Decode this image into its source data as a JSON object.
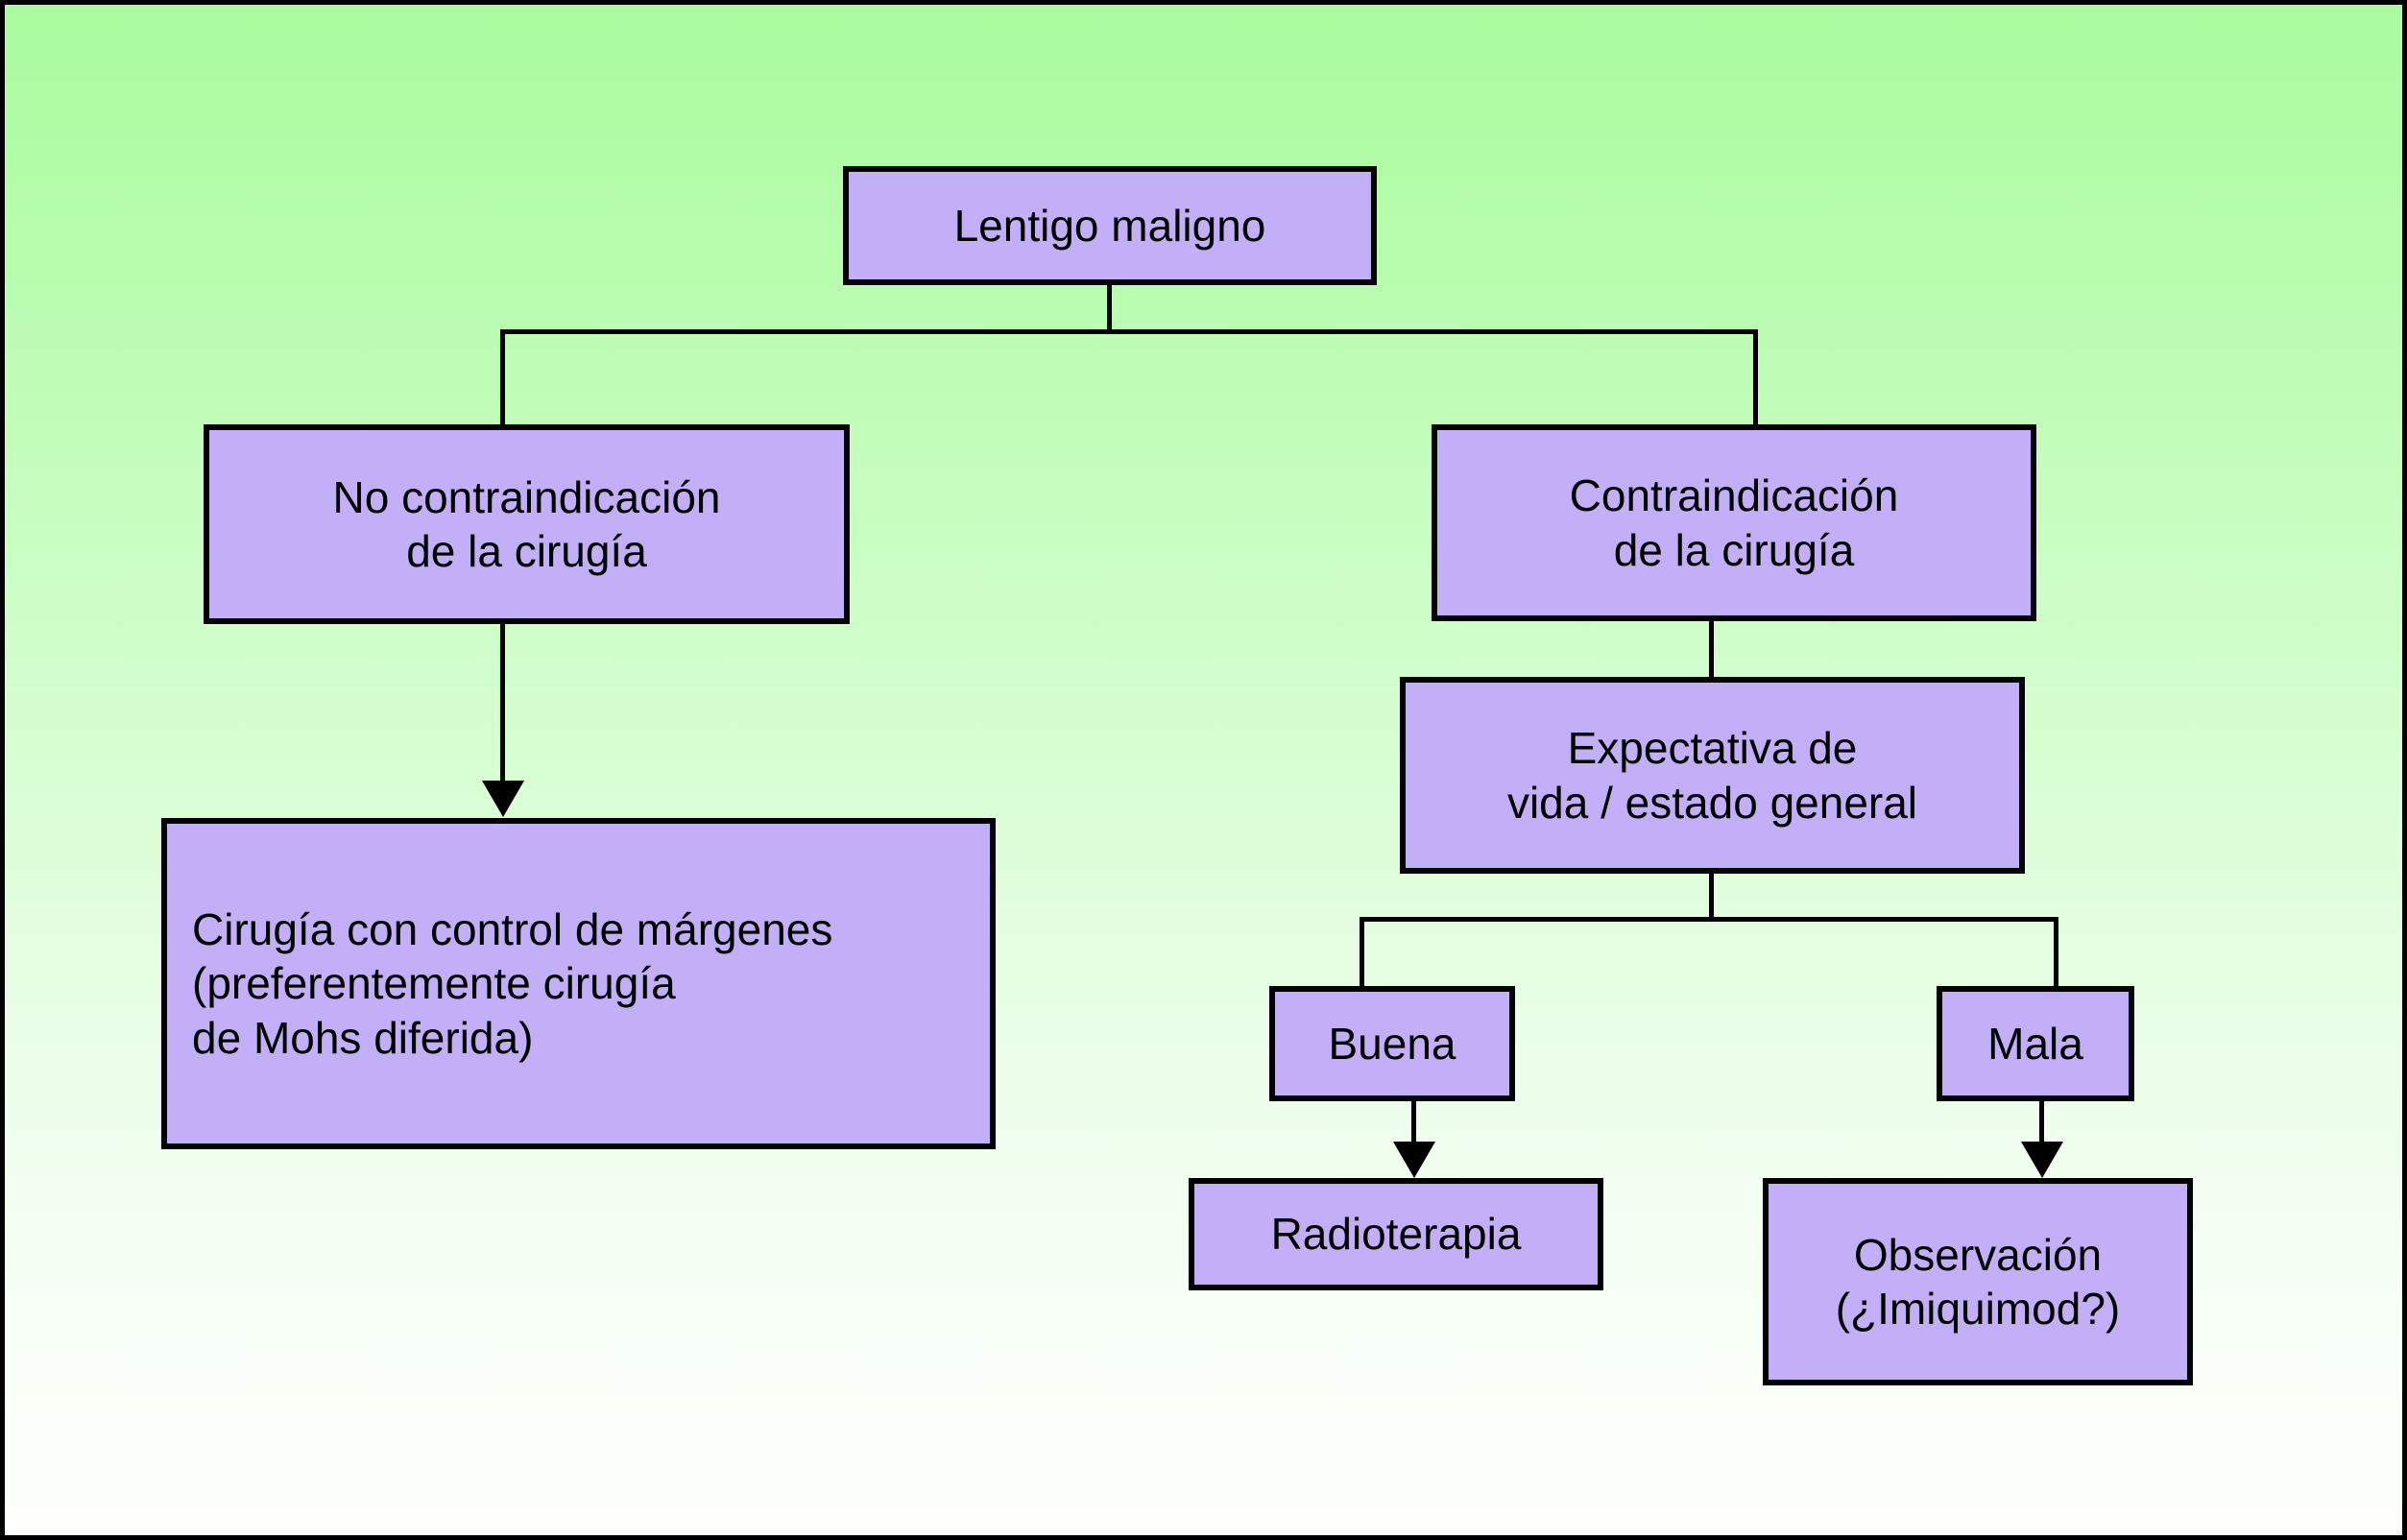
{
  "diagram": {
    "title_text": "Lentigo maligno",
    "language": "es",
    "colors": {
      "background_top": "#a9fc9e",
      "background_bottom": "#fcfffb",
      "node_fill": "#c3aef8",
      "node_border": "#000000",
      "connector": "#000000",
      "text": "#000000"
    },
    "nodes": {
      "root": {
        "label": "Lentigo maligno",
        "lines": [
          "Lentigo maligno"
        ]
      },
      "no_contraindication": {
        "label": "No contraindicación de la cirugía",
        "lines": [
          "No contraindicación",
          "de la cirugía"
        ]
      },
      "contraindication": {
        "label": "Contraindicación de la cirugía",
        "lines": [
          "Contraindicación",
          "de la cirugía"
        ]
      },
      "surgery": {
        "label": "Cirugía con control de márgenes (preferentemente cirugía de Mohs diferida)",
        "lines": [
          "Cirugía con control de márgenes",
          "(preferentemente cirugía",
          "de Mohs diferida)"
        ]
      },
      "life_expectancy": {
        "label": "Expectativa de vida / estado general",
        "lines": [
          "Expectativa de",
          "vida / estado general"
        ]
      },
      "good": {
        "label": "Buena",
        "lines": [
          "Buena"
        ]
      },
      "bad": {
        "label": "Mala",
        "lines": [
          "Mala"
        ]
      },
      "radiotherapy": {
        "label": "Radioterapia",
        "lines": [
          "Radioterapia"
        ]
      },
      "observation": {
        "label": "Observación (¿Imiquimod?)",
        "lines": [
          "Observación",
          "(¿Imiquimod?)"
        ]
      }
    }
  }
}
